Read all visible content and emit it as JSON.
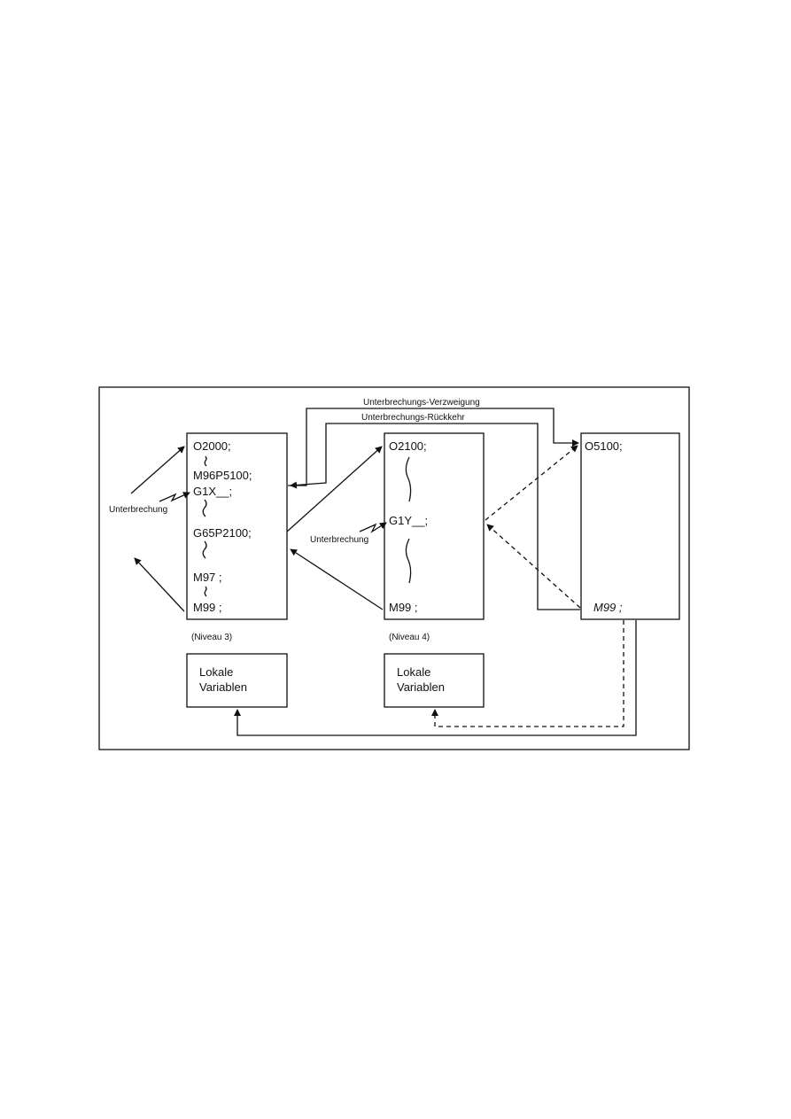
{
  "labels": {
    "branch": "Unterbrechungs-Verzweigung",
    "return": "Unterbrechungs-Rückkehr",
    "interrupt_left": "Unterbrechung",
    "interrupt_mid": "Unterbrechung",
    "level3": "(Niveau 3)",
    "level4": "(Niveau 4)"
  },
  "program_o2000": {
    "line1": "O2000;",
    "line2": "M96P5100;",
    "line3": "G1X__;",
    "line4": "G65P2100;",
    "line5": "M97 ;",
    "line6": "M99 ;"
  },
  "program_o2100": {
    "line1": "O2100;",
    "line2": "G1Y__;",
    "line3": "M99 ;"
  },
  "program_o5100": {
    "line1": "O5100;",
    "line2": "M99 ;"
  },
  "local_vars_3": {
    "line1": "Lokale",
    "line2": "Variablen"
  },
  "local_vars_4": {
    "line1": "Lokale",
    "line2": "Variablen"
  }
}
